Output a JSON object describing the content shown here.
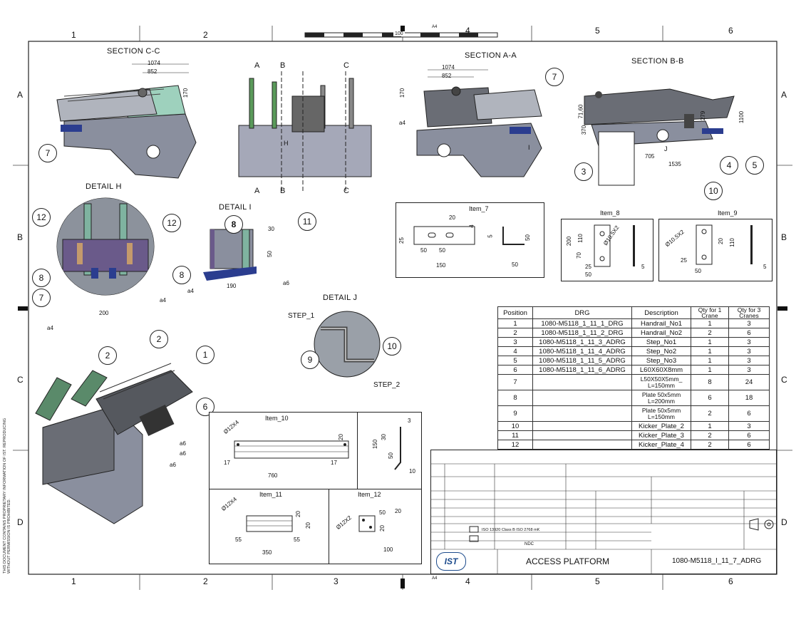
{
  "zones": {
    "top": [
      "1",
      "2",
      "4",
      "5",
      "6"
    ],
    "bottom": [
      "1",
      "2",
      "3",
      "4",
      "5",
      "6"
    ],
    "left": [
      "A",
      "B",
      "C",
      "D"
    ],
    "right": [
      "A",
      "B",
      "C",
      "D"
    ]
  },
  "scale_bar": {
    "label": "100",
    "mark": "A4"
  },
  "views": {
    "section_cc": "SECTION C-C",
    "section_aa": "SECTION A-A",
    "section_bb": "SECTION B-B",
    "detail_h": "DETAIL H",
    "detail_i": "DETAIL I",
    "detail_j": "DETAIL J"
  },
  "section_letters": {
    "a": "A",
    "b": "B",
    "c": "C",
    "h": "H",
    "i": "I",
    "j": "J"
  },
  "dims": {
    "cc_1074": "1074",
    "cc_852": "852",
    "cc_170": "170",
    "aa_1074": "1074",
    "aa_852": "852",
    "aa_170": "170",
    "aa_a4": "a4",
    "bb_71": "71,60",
    "bb_370": "370",
    "bb_279": "279",
    "bb_1100": "1100",
    "bb_705": "705",
    "bb_1535": "1535",
    "h_200": "200",
    "h_a4a": "a4",
    "h_a4b": "a4",
    "i_30": "30",
    "i_50": "50",
    "i_190": "190",
    "i_a4": "a4",
    "i_a6": "a6",
    "j_step1": "STEP_1",
    "j_step2": "STEP_2",
    "iso_a6a": "a6",
    "iso_a6b": "a6",
    "iso_a6c": "a6"
  },
  "balloons": {
    "cc7": "7",
    "aa7": "7",
    "bb3": "3",
    "bb4": "4",
    "bb5": "5",
    "bb10": "10",
    "h12a": "12",
    "h12b": "12",
    "h8a": "8",
    "h8b": "8",
    "h7": "7",
    "i8": "8",
    "i11": "11",
    "j9": "9",
    "j10": "10",
    "iso2a": "2",
    "iso2b": "2",
    "iso1": "1",
    "iso6": "6"
  },
  "items": {
    "item7": {
      "title": "Item_7",
      "d20": "20",
      "d4": "4",
      "d25": "25",
      "d50a": "50",
      "d50b": "50",
      "d150": "150",
      "d5": "5",
      "d50c": "50",
      "d50d": "50"
    },
    "item8": {
      "title": "Item_8",
      "d200": "200",
      "d110": "110",
      "d70": "70",
      "d25": "25",
      "d50": "50",
      "hole": "Ø10.5X2",
      "d5": "5"
    },
    "item9": {
      "title": "Item_9",
      "hole": "Ø10.5X2",
      "d25": "25",
      "d50": "50",
      "d20": "20",
      "d110": "110",
      "d5": "5"
    },
    "item10": {
      "title": "Item_10",
      "hole": "Ø12X4",
      "d17a": "17",
      "d17b": "17",
      "d760": "760",
      "d20": "20",
      "d3": "3",
      "d150": "150",
      "d30": "30",
      "d50": "50",
      "d10": "10"
    },
    "item11": {
      "title": "Item_11",
      "hole": "Ø12X4",
      "d20a": "20",
      "d20b": "20",
      "d55a": "55",
      "d55b": "55",
      "d350": "350"
    },
    "item12": {
      "title": "Item_12",
      "hole": "Ø12X2",
      "d50": "50",
      "d20a": "20",
      "d20b": "20",
      "d100": "100"
    }
  },
  "bom": {
    "headers": [
      "Position",
      "DRG",
      "Description",
      "Qty for 1 Crane",
      "Qty for 3 Cranes"
    ],
    "rows": [
      [
        "1",
        "1080-M5118_1_11_1_DRG",
        "Handrail_No1",
        "1",
        "3"
      ],
      [
        "2",
        "1080-M5118_1_11_2_DRG",
        "Handrail_No2",
        "2",
        "6"
      ],
      [
        "3",
        "1080-M5118_1_11_3_ADRG",
        "Step_No1",
        "1",
        "3"
      ],
      [
        "4",
        "1080-M5118_1_11_4_ADRG",
        "Step_No2",
        "1",
        "3"
      ],
      [
        "5",
        "1080-M5118_1_11_5_ADRG",
        "Step_No3",
        "1",
        "3"
      ],
      [
        "6",
        "1080-M5118_1_11_6_ADRG",
        "L60X60X8mm",
        "1",
        "3"
      ],
      [
        "7",
        "",
        "L50X50X5mm_ L=150mm",
        "8",
        "24"
      ],
      [
        "8",
        "",
        "Plate 50x5mm L=200mm",
        "6",
        "18"
      ],
      [
        "9",
        "",
        "Plate 50x5mm L=150mm",
        "2",
        "6"
      ],
      [
        "10",
        "",
        "Kicker_Plate_2",
        "1",
        "3"
      ],
      [
        "11",
        "",
        "Kicker_Plate_3",
        "2",
        "6"
      ],
      [
        "12",
        "",
        "Kicker_Plate_4",
        "2",
        "6"
      ]
    ]
  },
  "title_block": {
    "logo": "IST",
    "title": "ACCESS PLATFORM",
    "drawing_no": "1080-M5118_I_11_7_ADRG",
    "standard": "ISO 13920 Class B ISO 2768 mK",
    "ndc": "NDC"
  },
  "side_note": "THIS DOCUMENT CONTAINS PROPRIETARY INFORMATION OF IST. REPRODUCING WITHOUT PERMISSION IS PROHIBITED."
}
